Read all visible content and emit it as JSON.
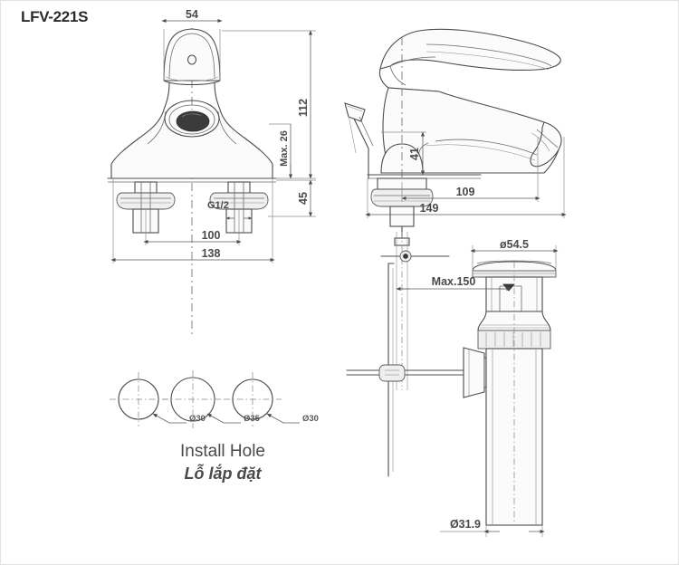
{
  "page": {
    "title": "LFV-221S",
    "background_color": "#ffffff",
    "line_color": "#4c4c4c",
    "text_color": "#4a4a4a"
  },
  "front_view": {
    "name": "front-elevation",
    "dimensions": {
      "spout_width": "54",
      "total_height": "112",
      "max_deck": "Max. 26",
      "shank_length": "45",
      "hole_spacing": "100",
      "body_width": "138",
      "thread": "G1/2"
    }
  },
  "side_view": {
    "name": "side-elevation",
    "dimensions": {
      "spout_height": "41",
      "spout_reach": "109",
      "overall_depth": "149"
    }
  },
  "drain_view": {
    "name": "pop-up-drain-assembly",
    "dimensions": {
      "flange_diameter": "ø54.5",
      "max_rod": "Max.150",
      "tailpiece_diameter": "Ø31.9"
    }
  },
  "install_hole": {
    "caption_en": "Install Hole",
    "caption_vi": "Lỗ lắp đặt",
    "holes": [
      {
        "label": "Ø30"
      },
      {
        "label": "Ø35"
      },
      {
        "label": "Ø30"
      }
    ]
  }
}
